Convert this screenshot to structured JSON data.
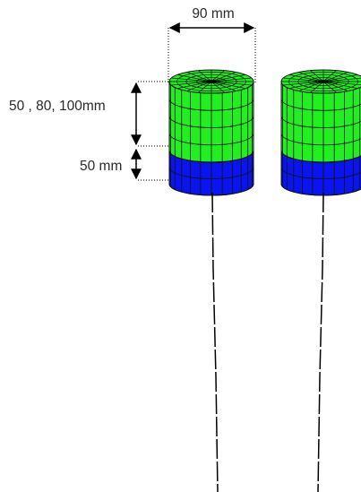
{
  "labels": {
    "diameter": "90 mm",
    "top_heights": "50 , 80, 100mm",
    "bottom_height": "50 mm"
  },
  "colors": {
    "top_section": "#22ee22",
    "bottom_section": "#0a14ee",
    "mesh_line": "#111111",
    "dimension_line": "#000000",
    "shaft": "#000000"
  }
}
